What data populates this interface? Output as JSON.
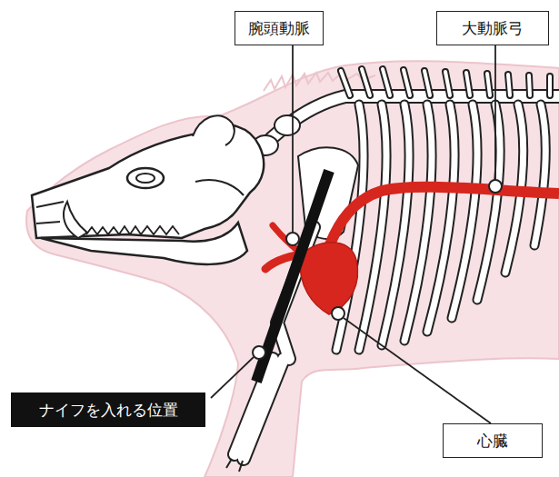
{
  "diagram": {
    "nodes": [
      {
        "text": [
          "腕頭動脈"
        ]
      },
      {
        "text": [
          "大動脈弓"
        ]
      },
      {
        "text": [
          "ナイフを入れる位置"
        ]
      },
      {
        "text": [
          "心臓"
        ]
      }
    ]
  }
}
